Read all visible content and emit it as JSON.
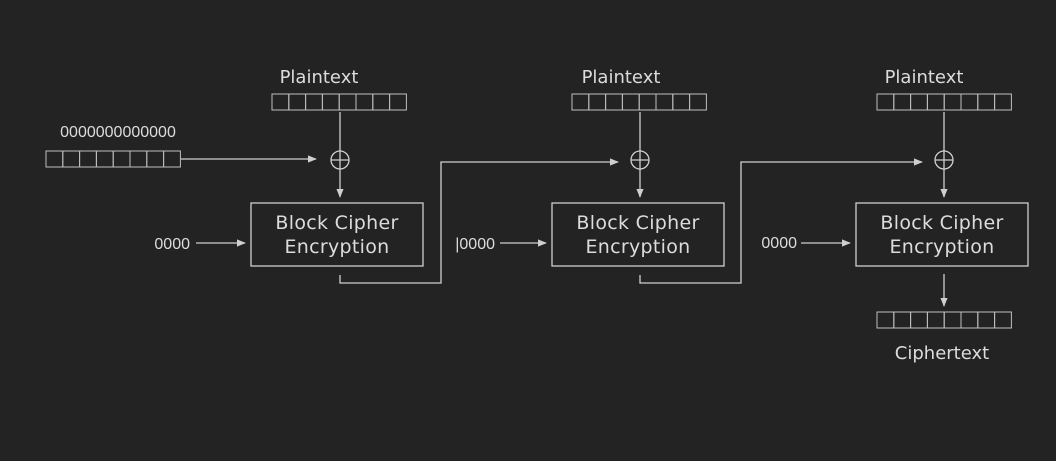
{
  "iv": {
    "value": "0000000000000"
  },
  "stages": [
    {
      "plaintext_label": "Plaintext",
      "cipher_line1": "Block Cipher",
      "cipher_line2": "Encryption",
      "key_label": "0000"
    },
    {
      "plaintext_label": "Plaintext",
      "cipher_line1": "Block Cipher",
      "cipher_line2": "Encryption",
      "key_label": "|0000"
    },
    {
      "plaintext_label": "Plaintext",
      "cipher_line1": "Block Cipher",
      "cipher_line2": "Encryption",
      "key_label": "0000"
    }
  ],
  "ciphertext_label": "Ciphertext",
  "colors": {
    "background": "#232323",
    "stroke": "#cfcfcf",
    "text": "#dcdcdc"
  }
}
